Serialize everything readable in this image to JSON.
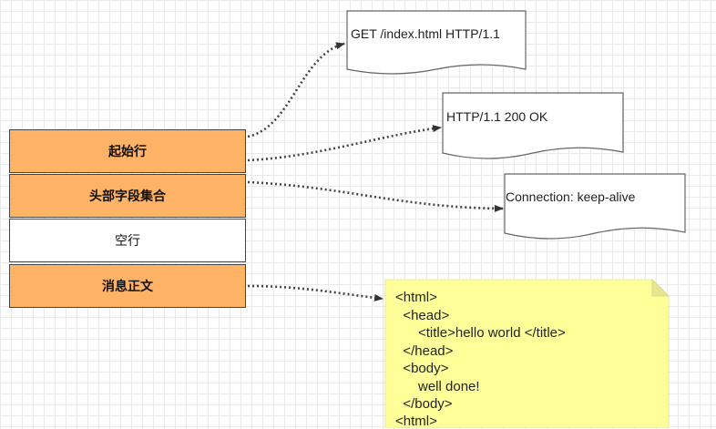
{
  "message_parts": [
    {
      "label": "起始行",
      "fill": "#ffb366"
    },
    {
      "label": "头部字段集合",
      "fill": "#ffb366"
    },
    {
      "label": "空行",
      "fill": "#ffffff"
    },
    {
      "label": "消息正文",
      "fill": "#ffb366"
    }
  ],
  "docs": {
    "request_line": "GET /index.html HTTP/1.1",
    "status_line": "HTTP/1.1 200 OK",
    "header_field": "Connection: keep-alive"
  },
  "note": {
    "fill": "#ffff99",
    "lines": [
      "<html>",
      "  <head>",
      "      <title>hello world </title>",
      "  </head>",
      "  <body>",
      "      well done!",
      "  </body>",
      "<html>"
    ]
  },
  "colors": {
    "box_orange": "#ffb366",
    "note_yellow": "#ffff99",
    "arrow": "#444444"
  }
}
